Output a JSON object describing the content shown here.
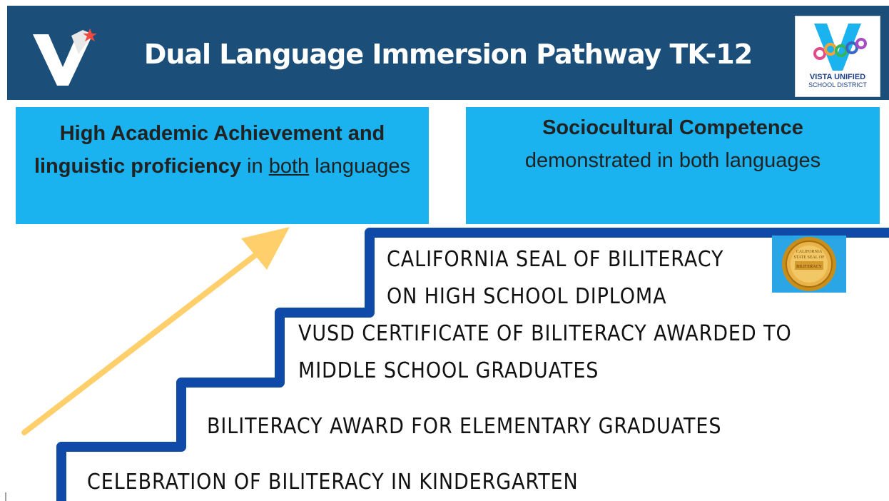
{
  "header": {
    "title": "Dual Language Immersion Pathway TK-12",
    "logo_icon": "v-star-logo-icon",
    "district_logo": {
      "name": "VISTA UNIFIED",
      "sub": "SCHOOL DISTRICT"
    },
    "background": "#1b4f7a"
  },
  "goals": [
    {
      "bold": "High Academic Achievement and linguistic proficiency",
      "rest_before": " in ",
      "underlined": "both",
      "rest_after": " languages"
    },
    {
      "bold": "Sociocultural Competence",
      "rest": "demonstrated in both languages"
    }
  ],
  "steps": [
    {
      "lines": [
        "CELEBRATION OF BILITERACY IN KINDERGARTEN"
      ]
    },
    {
      "lines": [
        "BILITERACY AWARD FOR ELEMENTARY GRADUATES"
      ]
    },
    {
      "lines": [
        "VUSD CERTIFICATE OF BILITERACY AWARDED TO",
        "MIDDLE SCHOOL GRADUATES"
      ]
    },
    {
      "lines": [
        "CALIFORNIA SEAL OF BILITERACY",
        "ON HIGH SCHOOL DIPLOMA"
      ]
    }
  ],
  "seal": {
    "text_top": "CALIFORNIA",
    "text_mid": "STATE SEAL OF",
    "text_bottom": "BILITERACY",
    "icon": "gold-seal-icon"
  },
  "colors": {
    "accent_blue": "#1ab3f0",
    "stair_blue": "#0f4aa8",
    "arrow_yellow": "#ffcf6b"
  }
}
